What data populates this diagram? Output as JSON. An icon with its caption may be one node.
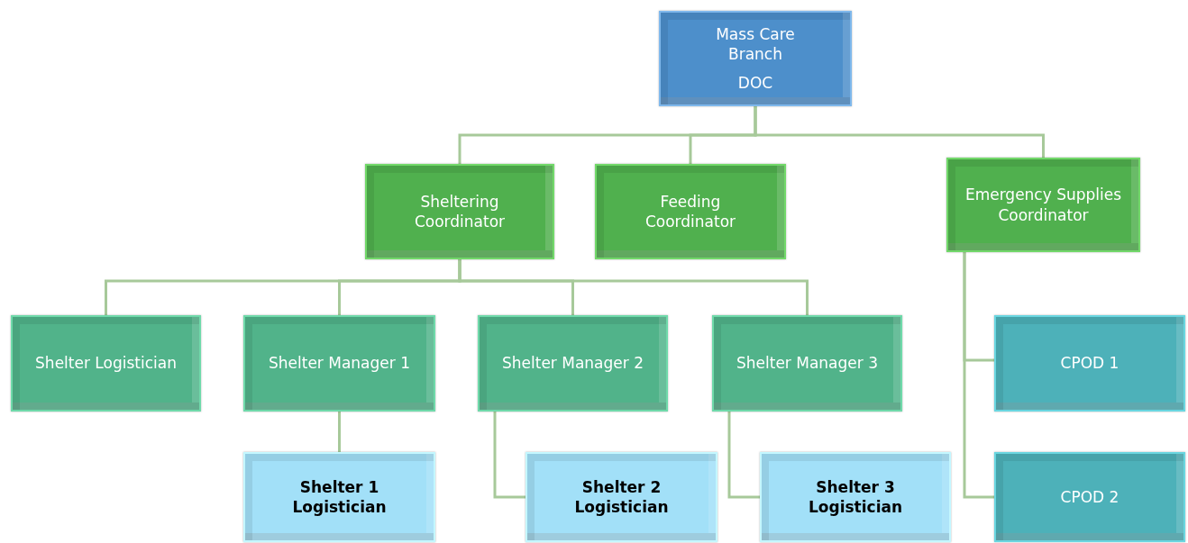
{
  "diagram": {
    "nodes": [
      {
        "text": [
          "Mass Care Branch",
          "DOC"
        ]
      },
      {
        "text": [
          "Sheltering Coordinator"
        ]
      },
      {
        "text": [
          "Feeding Coordinator"
        ]
      },
      {
        "text": [
          "Emergency Supplies Coordinator"
        ]
      },
      {
        "text": [
          "Shelter Logistician"
        ]
      },
      {
        "text": [
          "Shelter Manager 1"
        ]
      },
      {
        "text": [
          "Shelter Manager 2"
        ]
      },
      {
        "text": [
          "Shelter Manager 3"
        ]
      },
      {
        "text": [
          "Shelter 1 Logistician"
        ]
      },
      {
        "text": [
          "Shelter 2 Logistician"
        ]
      },
      {
        "text": [
          "Shelter 3 Logistician"
        ]
      },
      {
        "text": [
          "CPOD 1"
        ]
      },
      {
        "text": [
          "CPOD 2"
        ]
      }
    ],
    "edges": [
      {
        "from": 0,
        "to": 1,
        "arrow": "none"
      },
      {
        "from": 0,
        "to": 2,
        "arrow": "none"
      },
      {
        "from": 0,
        "to": 3,
        "arrow": "none"
      },
      {
        "from": 1,
        "to": 4,
        "arrow": "none"
      },
      {
        "from": 1,
        "to": 5,
        "arrow": "none"
      },
      {
        "from": 1,
        "to": 6,
        "arrow": "none"
      },
      {
        "from": 1,
        "to": 7,
        "arrow": "none"
      },
      {
        "from": 5,
        "to": 8,
        "arrow": "none"
      },
      {
        "from": 6,
        "to": 9,
        "arrow": "none"
      },
      {
        "from": 7,
        "to": 10,
        "arrow": "none"
      },
      {
        "from": 3,
        "to": 11,
        "arrow": "none"
      },
      {
        "from": 3,
        "to": 12,
        "arrow": "none"
      }
    ]
  }
}
